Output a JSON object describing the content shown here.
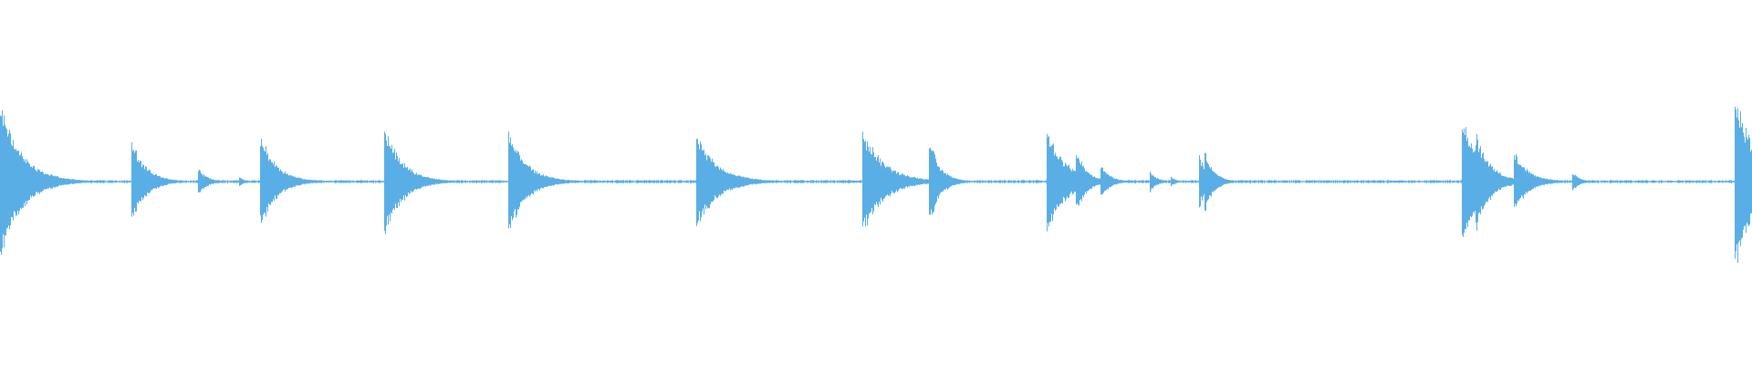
{
  "waveform": {
    "color": "#5aaee6",
    "baseline_amplitude": 0.012,
    "peaks": [
      {
        "time": 0.0,
        "amplitude": 0.86,
        "decay": 0.012
      },
      {
        "time": 0.075,
        "amplitude": 0.45,
        "decay": 0.008
      },
      {
        "time": 0.078,
        "amplitude": 0.3,
        "decay": 0.006
      },
      {
        "time": 0.113,
        "amplitude": 0.15,
        "decay": 0.005
      },
      {
        "time": 0.136,
        "amplitude": 0.06,
        "decay": 0.003
      },
      {
        "time": 0.148,
        "amplitude": 0.54,
        "decay": 0.009
      },
      {
        "time": 0.219,
        "amplitude": 0.63,
        "decay": 0.01
      },
      {
        "time": 0.29,
        "amplitude": 0.58,
        "decay": 0.01
      },
      {
        "time": 0.397,
        "amplitude": 0.52,
        "decay": 0.012
      },
      {
        "time": 0.399,
        "amplitude": 0.38,
        "decay": 0.008
      },
      {
        "time": 0.492,
        "amplitude": 0.58,
        "decay": 0.012
      },
      {
        "time": 0.53,
        "amplitude": 0.5,
        "decay": 0.006
      },
      {
        "time": 0.597,
        "amplitude": 0.62,
        "decay": 0.01
      },
      {
        "time": 0.614,
        "amplitude": 0.36,
        "decay": 0.006
      },
      {
        "time": 0.628,
        "amplitude": 0.2,
        "decay": 0.005
      },
      {
        "time": 0.656,
        "amplitude": 0.12,
        "decay": 0.004
      },
      {
        "time": 0.668,
        "amplitude": 0.06,
        "decay": 0.003
      },
      {
        "time": 0.684,
        "amplitude": 0.33,
        "decay": 0.004
      },
      {
        "time": 0.687,
        "amplitude": 0.38,
        "decay": 0.005
      },
      {
        "time": 0.69,
        "amplitude": 0.2,
        "decay": 0.005
      },
      {
        "time": 0.834,
        "amplitude": 0.72,
        "decay": 0.01
      },
      {
        "time": 0.842,
        "amplitude": 0.55,
        "decay": 0.008
      },
      {
        "time": 0.864,
        "amplitude": 0.34,
        "decay": 0.008
      },
      {
        "time": 0.897,
        "amplitude": 0.12,
        "decay": 0.004
      },
      {
        "time": 0.99,
        "amplitude": 1.0,
        "decay": 0.012
      }
    ]
  }
}
